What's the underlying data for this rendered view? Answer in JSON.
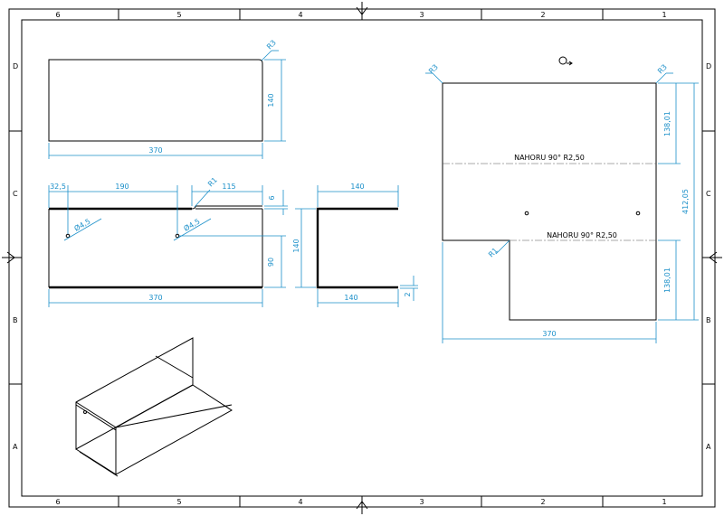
{
  "sheet": {
    "columns": [
      "6",
      "5",
      "4",
      "3",
      "2",
      "1"
    ],
    "rows": [
      "D",
      "C",
      "B",
      "A"
    ]
  },
  "top_view": {
    "width": "370",
    "height": "140",
    "radius": "R3"
  },
  "front_view": {
    "offset_hole": "32,5",
    "hole_spacing": "190",
    "right_segment": "115",
    "radius": "R1",
    "flange": "6",
    "hole_left": "Ø4,5",
    "hole_right": "Ø4,5",
    "height": "90",
    "width": "370"
  },
  "side_view": {
    "top_width": "140",
    "height": "140",
    "bottom_width": "140",
    "thickness": "2"
  },
  "flat_pattern": {
    "corner_radius_left": "R3",
    "corner_radius_right": "R3",
    "bend_upper": "NAHORU 90° R2,50",
    "bend_lower": "NAHORU 90° R2,50",
    "segment_upper": "138,01",
    "segment_lower": "138,01",
    "total_height": "412,05",
    "notch_radius": "R1",
    "width": "370"
  },
  "colors": {
    "dimension": "#1a8fc9",
    "geometry": "#000000"
  }
}
